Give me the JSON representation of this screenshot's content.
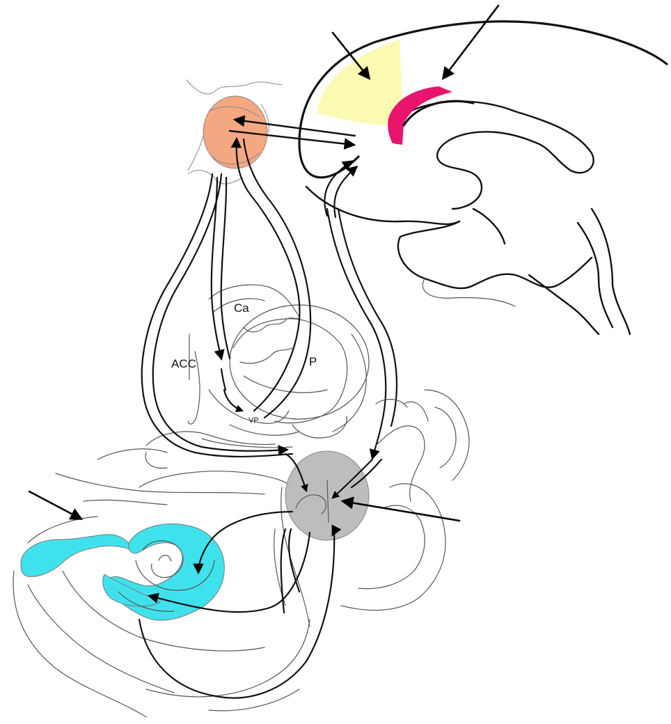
{
  "labels": {
    "caudate": "Ca",
    "accumbens": "ACC",
    "putamen": "P",
    "ventral_pallidum": "VP"
  },
  "colors": {
    "orange_region": "#f4a882",
    "yellow_region": "#fafab2",
    "magenta_region": "#e8146e",
    "gray_region": "#bdbdbd",
    "cyan_region": "#3fe2ec"
  }
}
